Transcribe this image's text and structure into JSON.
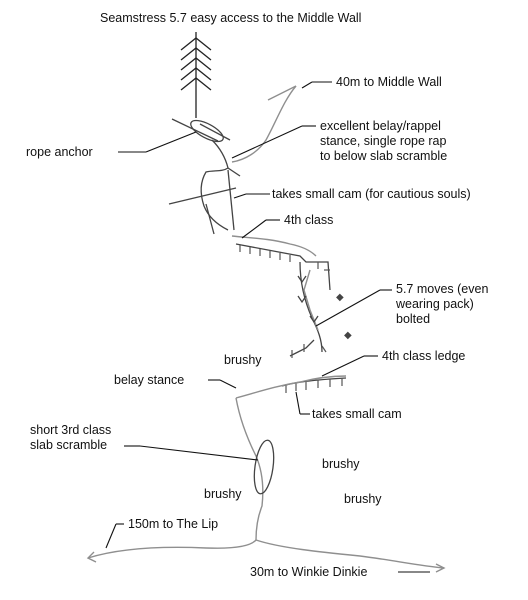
{
  "title": "Seamstress 5.7 easy access to the Middle Wall",
  "labels": {
    "to_middle_wall": "40m to Middle Wall",
    "belay_line1": "excellent belay/rappel",
    "belay_line2": "stance, single rope rap",
    "belay_line3": "to below slab scramble",
    "rope_anchor": "rope anchor",
    "small_cam_cautious": "takes small cam (for cautious souls)",
    "fourth_class": "4th class",
    "moves_line1": "5.7 moves (even",
    "moves_line2": "wearing pack)",
    "moves_line3": "bolted",
    "brushy_upper": "brushy",
    "fourth_class_ledge": "4th class ledge",
    "belay_stance": "belay stance",
    "takes_small_cam": "takes small cam",
    "slab_line1": "short 3rd class",
    "slab_line2": "slab scramble",
    "brushy_right_upper": "brushy",
    "brushy_left": "brushy",
    "brushy_right_lower": "brushy",
    "to_the_lip": "150m to The Lip",
    "to_winkie_dinkie": "30m to Winkie Dinkie"
  }
}
